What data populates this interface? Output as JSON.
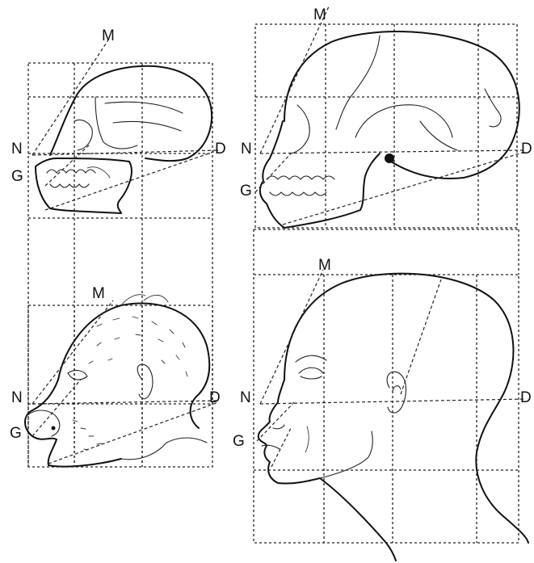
{
  "panels": [
    {
      "id": "ape-skull",
      "labels": {
        "top": "M",
        "left_upper": "N",
        "left_lower": "G",
        "right": "D"
      }
    },
    {
      "id": "human-skull",
      "labels": {
        "top": "M",
        "left_upper": "N",
        "left_lower": "G",
        "right": "D"
      }
    },
    {
      "id": "ape-head",
      "labels": {
        "top": "M",
        "left_upper": "N",
        "left_lower": "G",
        "right": "D"
      }
    },
    {
      "id": "human-head",
      "labels": {
        "top": "M",
        "left_upper": "N",
        "left_lower": "G",
        "right": "D"
      }
    }
  ],
  "colors": {
    "ink": "#111111",
    "paper": "#ffffff"
  }
}
